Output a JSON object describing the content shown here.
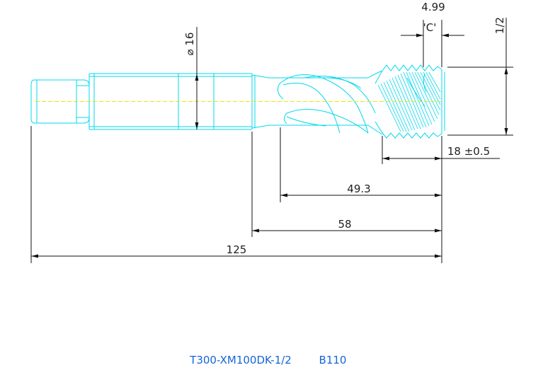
{
  "dimensions": {
    "overall_length": "125",
    "flute_to_tip": "58",
    "spiral_length": "49.3",
    "thread_length": "18 ±0.5",
    "shank_diameter": "⌀ 16",
    "thread_size": "1/2",
    "chamfer_label": "'C'",
    "chamfer_value": "4.99"
  },
  "caption": {
    "part_number": "T300-XM100DK-1/2",
    "code": "B110"
  },
  "colors": {
    "outline": "#00d8ee",
    "centerline": "#e8e800",
    "dimension": "#111111",
    "caption": "#1565d8"
  }
}
